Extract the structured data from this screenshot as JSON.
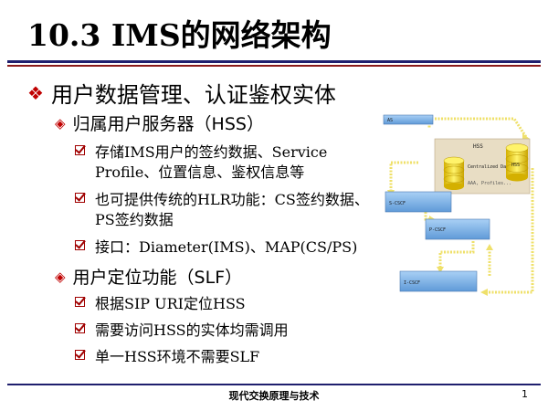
{
  "title": "10.3 IMS的网络架构",
  "heading": "用户数据管理、认证鉴权实体",
  "sections": [
    {
      "label": "归属用户服务器（HSS）",
      "items": [
        "存储IMS用户的签约数据、Service Profile、位置信息、鉴权信息等",
        "也可提供传统的HLR功能：CS签约数据、PS签约数据",
        "接口：Diameter(IMS)、MAP(CS/PS)"
      ]
    },
    {
      "label": "用户定位功能（SLF）",
      "items": [
        "根据SIP URI定位HSS",
        "需要访问HSS的实体均需调用",
        "单一HSS环境不需要SLF"
      ]
    }
  ],
  "diagram": {
    "as": "AS",
    "hss": "HSS",
    "db_title": "Centralized Databases",
    "db_sub": "AAA, Profiles...",
    "hss2": "HSS",
    "s_cscf": "S-CSCF",
    "p_cscf": "P-CSCF",
    "i_cscf": "I-CSCF"
  },
  "footer": "现代交换原理与技术",
  "page": "1",
  "colors": {
    "accent_red": "#c00000",
    "rule_navy": "#1f1f6e",
    "arrow_yellow": "#f2e35a",
    "node_blue": "#7fb4e6"
  }
}
